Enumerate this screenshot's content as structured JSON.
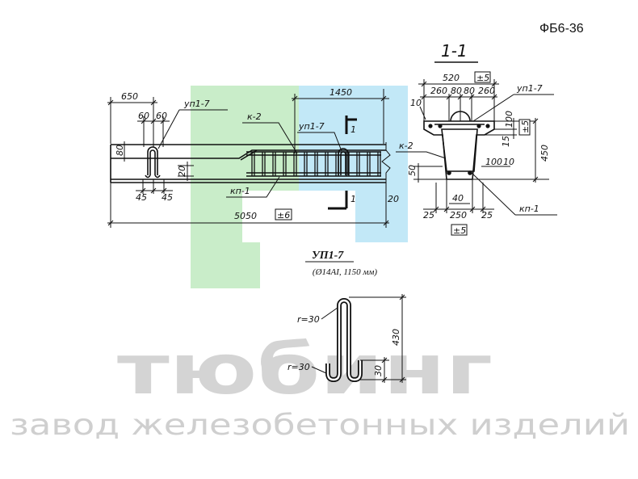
{
  "title": "ФБ6-36",
  "elevation": {
    "dim_650": "650",
    "up_label_1": "уп1-7",
    "dim_60a": "60",
    "dim_60b": "60",
    "k2_label": "к-2",
    "dim_1450": "1450",
    "up_label_2": "уп1-7",
    "cut_top": "1",
    "cut_bottom": "1",
    "dim_80": "80",
    "dim_20a": "20",
    "dim_45a": "45",
    "dim_45b": "45",
    "kp_label": "кп-1",
    "dim_20b": "20",
    "dim_5050": "5050",
    "tol_6": "±6"
  },
  "section": {
    "label": "1-1",
    "dim_520": "520",
    "tol_top": "±5",
    "up_label": "уп1-7",
    "dim_10a": "10",
    "dim_260a": "260",
    "dim_80a": "80",
    "dim_80b": "80",
    "dim_260b": "260",
    "dim_100a": "100",
    "dim_15": "15",
    "tol_right": "±5",
    "dim_450": "450",
    "k2_label": "к-2",
    "dim_50": "50",
    "dim_100b": "100",
    "dim_10b": "10",
    "dim_40": "40",
    "dim_25a": "25",
    "dim_250": "250",
    "dim_25b": "25",
    "kp_label": "кп-1",
    "tol_bottom": "±5"
  },
  "bar_detail": {
    "name": "УП1-7",
    "spec": "(Ø14АI, 1150 мм)",
    "radius_top": "r=30",
    "radius_bottom": "r=30",
    "dim_430": "430",
    "dim_30": "30"
  },
  "watermark": {
    "brand": "тюбинг",
    "tagline": "завод железобетонных изделий",
    "colors": {
      "green": "#c9edc9",
      "blue": "#c2e8f7",
      "text": "#d4d4d4"
    }
  }
}
